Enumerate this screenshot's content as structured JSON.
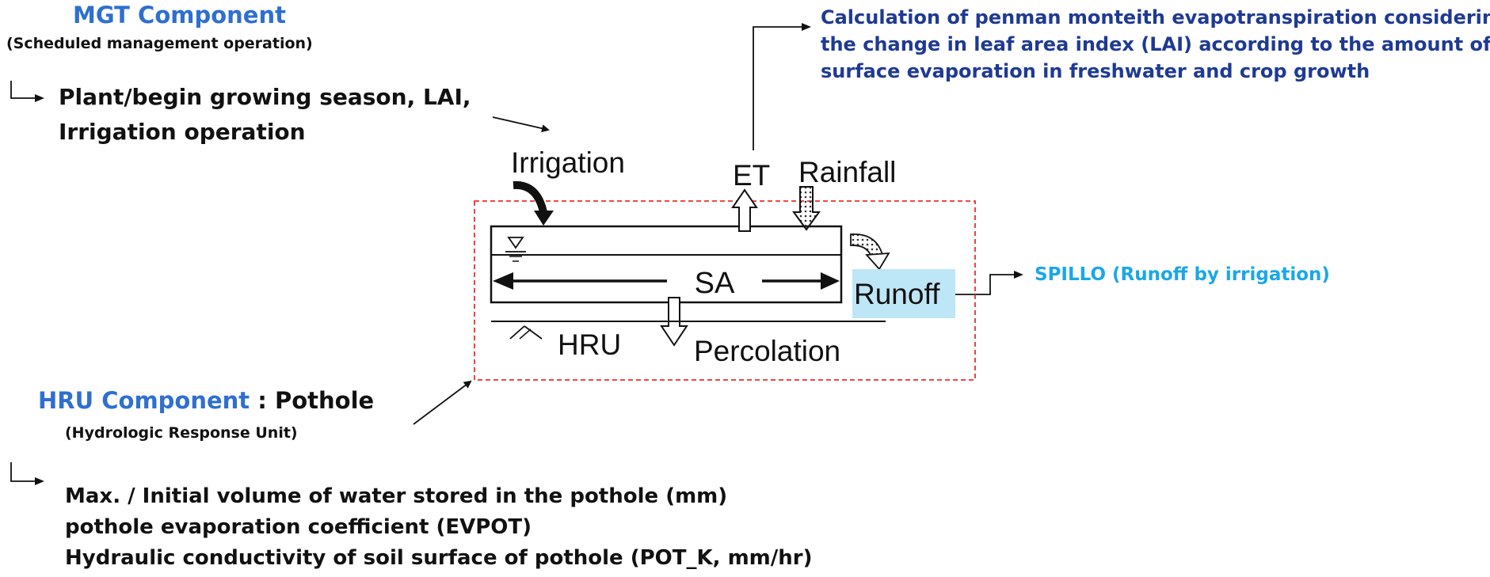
{
  "mgt": {
    "title": "MGT Component",
    "subtitle": "(Scheduled  management operation)",
    "items": [
      "Plant/begin growing season, LAI,",
      "Irrigation operation"
    ]
  },
  "et_note": [
    "Calculation of penman monteith evapotranspiration considering",
    "the change in leaf area index (LAI) according to the amount of",
    "surface evaporation in freshwater and crop growth"
  ],
  "spillo": "SPILLO (Runoff by irrigation)",
  "hru": {
    "title": "HRU Component",
    "sep": " : ",
    "pothole": "Pothole",
    "subtitle": "(Hydrologic Response Unit)",
    "items": [
      "Max. / Initial volume of water stored in the pothole (mm)",
      "pothole evaporation coefficient (EVPOT)",
      "Hydraulic conductivity of soil surface of pothole (POT_K, mm/hr)"
    ]
  },
  "figure": {
    "irrigation": "Irrigation",
    "et": "ET",
    "rainfall": "Rainfall",
    "sa": "SA",
    "runoff": "Runoff",
    "hru": "HRU",
    "percolation": "Percolation"
  },
  "colors": {
    "heading_blue": "#2f6fcf",
    "navy": "#1f3a93",
    "cyan": "#1aa7e8",
    "dashed_red": "#e83030",
    "runoff_highlight": "#bde6f7"
  }
}
